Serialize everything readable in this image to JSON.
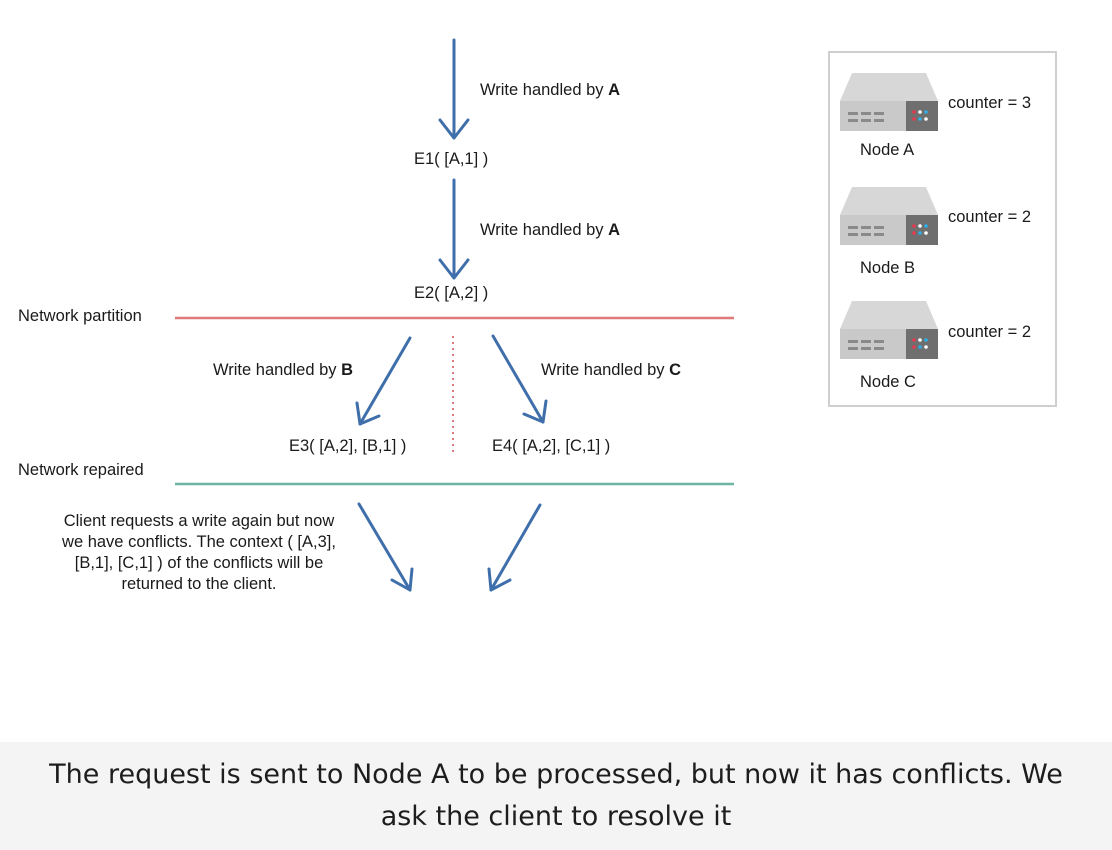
{
  "diagram": {
    "arrow_labels": {
      "first_prefix": "Write handled by ",
      "first_node": "A",
      "second_prefix": "Write handled by ",
      "second_node": "A",
      "third_prefix": "Write handled by ",
      "third_node": "B",
      "fourth_prefix": "Write handled by ",
      "fourth_node": "C"
    },
    "events": {
      "e1": "E1( [A,1] )",
      "e2": "E2( [A,2] )",
      "e3": "E3( [A,2], [B,1] )",
      "e4": "E4( [A,2], [C,1] )"
    },
    "lines": {
      "partition": "Network partition",
      "repaired": "Network repaired"
    },
    "note": "Client requests a write again but now we have conflicts. The context ( [A,3], [B,1], [C,1] ) of the conflicts will be returned to the client.",
    "nodes": [
      {
        "name": "Node A",
        "counter": "counter = 3"
      },
      {
        "name": "Node B",
        "counter": "counter = 2"
      },
      {
        "name": "Node C",
        "counter": "counter = 2"
      }
    ],
    "colors": {
      "arrow": "#3f6faa",
      "partition_line": "#e07a7a",
      "repaired_line": "#6fb5a2",
      "dotted_divider": "#e07a7a"
    }
  },
  "caption": "The request is sent to Node A to be processed, but now it has conflicts. We ask the client to resolve it"
}
